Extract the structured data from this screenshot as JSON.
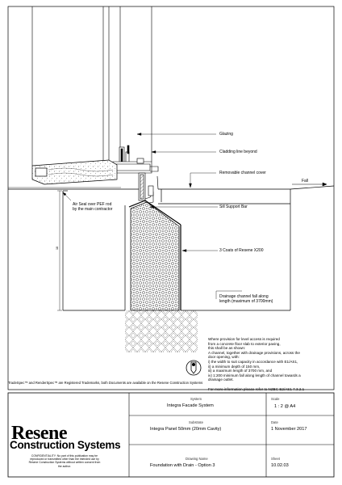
{
  "labels": {
    "glazing": "Glazing",
    "cladding_line": "Cladding line beyond",
    "removable_cover": "Removable channel cover",
    "fall": "Fall",
    "air_seal_1": "Air Seal over PEF rod",
    "air_seal_2": "by the main contractor",
    "sill_support": "Sill Support Bar",
    "coats": "3 Coats of Resene X200",
    "drainage_1": "Drainage channel fall along",
    "drainage_2": "length (maximum of 3700mm)",
    "dim_mark": "18"
  },
  "note": {
    "text": "Where provision for level access is required\nfrom a concrete floor slab to exterior paving,\nthis shall be as shown:\nA channel, together with drainage provisions, across the\ndoor opening, with:\ni) the width to suit capacity in accordance with E1/AS1,\nii) a minimum depth of 150 mm,\niii) a maximum length of 3700 mm, and\niv) 1:200 minimum fall along length of channel towards a\ndrainage outlet.\n\nFor more information please refer to NZBC E2/AS1 7.3.2.1"
  },
  "disclaimer": "TradeSpec™ and RenderSpec™ are Registered Trademarks, both Documents are available on the Resene Construction Systems",
  "title_block": {
    "logo_word": "Resene",
    "logo_sub": "Construction Systems",
    "confidentiality": "CONFIDENTIALITY: No part of this publication may be\nreproduced or transmitted other than the intended use by\nResene Construction Systems without written consent from\nthe author.",
    "system_label": "System",
    "system_value": "Integra Facade System",
    "substrate_label": "Substrate",
    "substrate_value": "Integra Panel 50mm (20mm Cavity)",
    "drawing_label": "Drawing Name",
    "drawing_value": "Foundation with Drain - Option 3",
    "scale_label": "Scale",
    "scale_value": "1 : 2 @ A4",
    "date_label": "Date",
    "date_value": "1 November 2017",
    "sheet_label": "Sheet",
    "sheet_value": "10.02.03"
  }
}
